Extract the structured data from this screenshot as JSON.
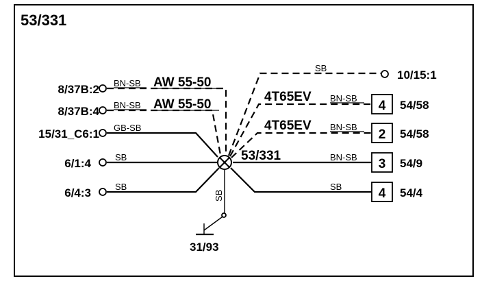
{
  "diagram": {
    "title": "53/331",
    "node_label": "53/331",
    "left_connectors": [
      {
        "label": "8/37B:2",
        "wire": "BN-SB",
        "annotation": "AW 55-50"
      },
      {
        "label": "8/37B:4",
        "wire": "BN-SB",
        "annotation": "AW 55-50"
      },
      {
        "label": "15/31_C6:1",
        "wire": "GB-SB",
        "annotation": ""
      },
      {
        "label": "6/1:4",
        "wire": "SB",
        "annotation": ""
      },
      {
        "label": "6/4:3",
        "wire": "SB",
        "annotation": ""
      }
    ],
    "right_connectors": [
      {
        "label": "10/15:1",
        "wire": "SB",
        "annotation": "",
        "box": ""
      },
      {
        "label": "54/58",
        "wire": "BN-SB",
        "annotation": "4T65EV",
        "box": "4"
      },
      {
        "label": "54/58",
        "wire": "BN-SB",
        "annotation": "4T65EV",
        "box": "2"
      },
      {
        "label": "54/9",
        "wire": "BN-SB",
        "annotation": "",
        "box": "3"
      },
      {
        "label": "54/4",
        "wire": "SB",
        "annotation": "",
        "box": "4"
      }
    ],
    "ground": {
      "label": "31/93",
      "wire": "SB"
    }
  }
}
